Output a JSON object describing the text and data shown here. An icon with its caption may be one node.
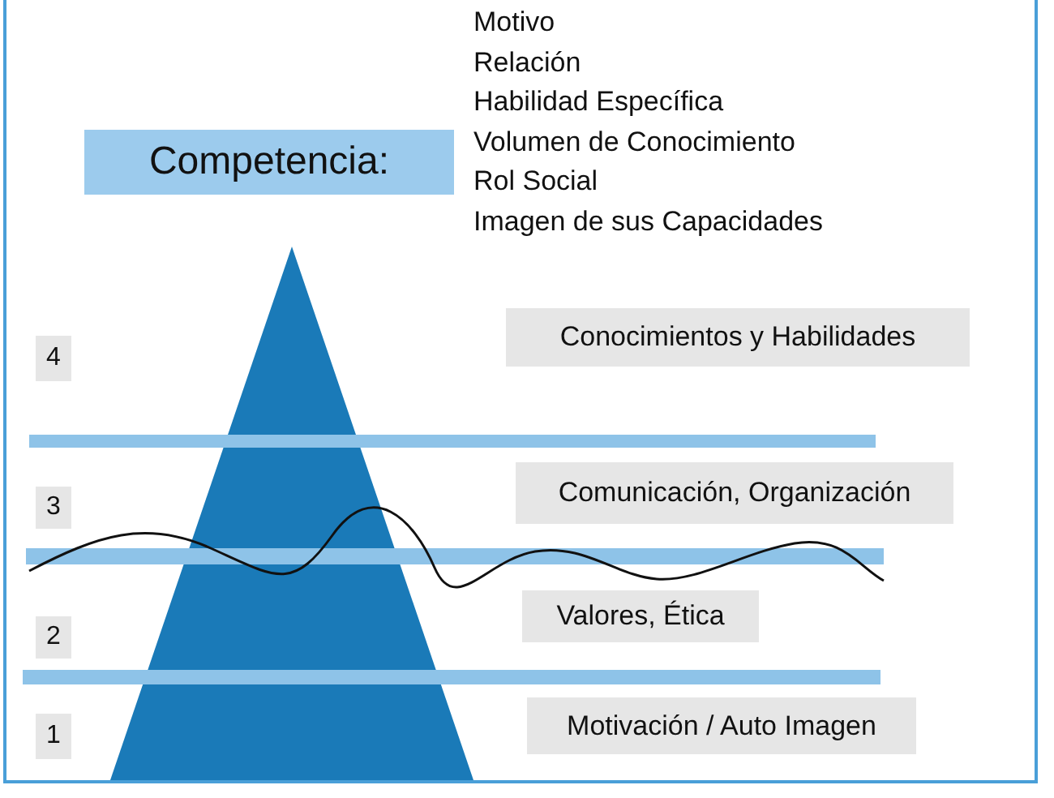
{
  "diagram": {
    "nodes": [
      {
        "text": [
          "Competencia:"
        ]
      },
      {
        "text": [
          "4"
        ]
      },
      {
        "text": [
          "Conocimientos y Habilidades"
        ]
      },
      {
        "text": [
          "3"
        ]
      },
      {
        "text": [
          "Comunicación, Organización"
        ]
      },
      {
        "text": [
          "2"
        ]
      },
      {
        "text": [
          "Valores, Ética"
        ]
      },
      {
        "text": [
          "1"
        ]
      },
      {
        "text": [
          "Motivación / Auto Imagen"
        ]
      }
    ],
    "edges": [],
    "labels": [
      "Motivo",
      "Relación",
      "Habilidad Específica",
      "Volumen de Conocimiento",
      "Rol Social",
      "Imagen de sus Capacidades"
    ]
  }
}
